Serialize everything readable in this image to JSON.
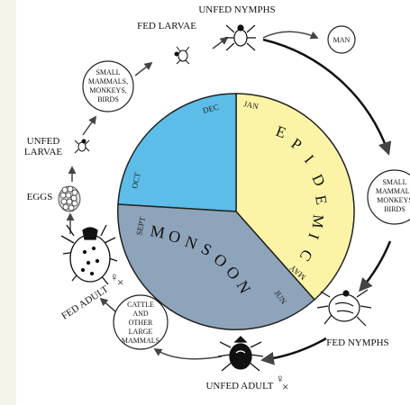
{
  "stages": {
    "unfed_nymphs": "UNFED NYMPHS",
    "fed_larvae": "FED LARVAE",
    "unfed_larvae_1": "UNFED",
    "unfed_larvae_2": "LARVAE",
    "eggs": "EGGS",
    "fed_adult": "FED ADULT",
    "unfed_adult": "UNFED ADULT",
    "fed_nymphs": "FED NYMPHS"
  },
  "hosts": {
    "man": "MAN",
    "small_left": [
      "SMALL",
      "MAMMALS,",
      "MONKEYS,",
      "BIRDS"
    ],
    "small_right": [
      "SMALL",
      "MAMMALS",
      "MONKEYS",
      "BIRDS"
    ],
    "cattle": [
      "CATTLE",
      "AND",
      "OTHER",
      "LARGE",
      "MAMMALS"
    ]
  },
  "seasons": {
    "epidemic": [
      "E",
      "P",
      "I",
      "D",
      "E",
      "M",
      "I",
      "C"
    ],
    "monsoon": [
      "M",
      "O",
      "N",
      "S",
      "O",
      "O",
      "N"
    ]
  },
  "months": {
    "jan": "JAN",
    "dec": "DEC",
    "oct": "OCT",
    "sept": "SEPT",
    "jun": "JUN",
    "may": "MAY"
  },
  "symbols": {
    "female": "♀",
    "cross": "×"
  },
  "colors": {
    "epidemic": "#fbf4a6",
    "blue": "#5bbde8",
    "monsoon": "#8ea4ba",
    "arrow": "#444444",
    "ring": "#111111"
  }
}
